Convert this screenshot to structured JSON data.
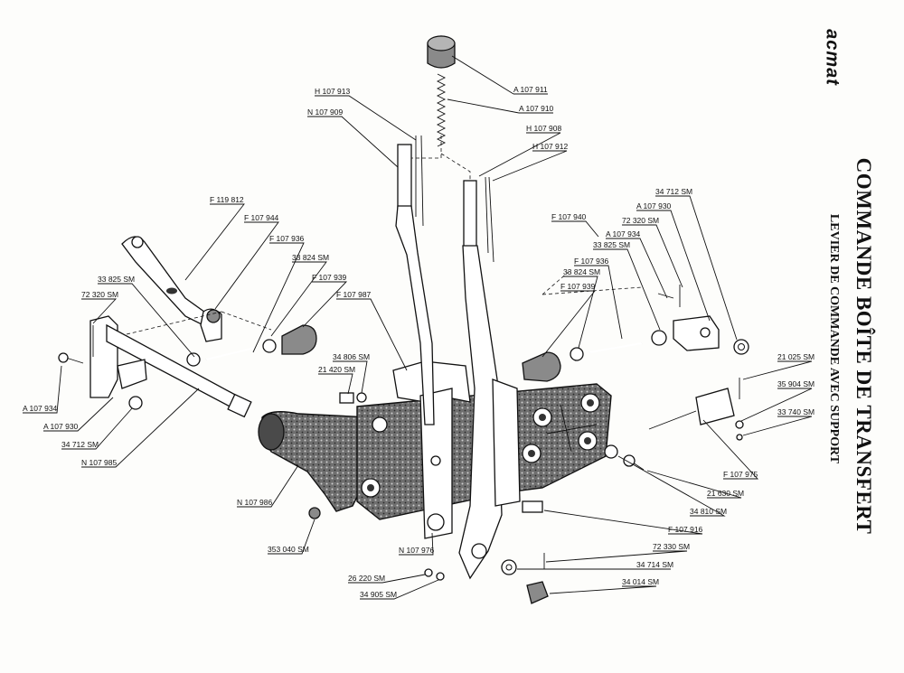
{
  "document": {
    "brand": "acmat",
    "title": "COMMANDE BOÎTE DE TRANSFERT",
    "subtitle": "LEVIER DE COMMANDE AVEC SUPPORT"
  },
  "part_labels": [
    "A 107 911",
    "A 107 910",
    "H 107 913",
    "N 107 909",
    "H 107 908",
    "H 107 912",
    "F 119 812",
    "F 107 944",
    "F 107 936",
    "33 824 SM",
    "F 107 939",
    "33 825 SM",
    "72 320 SM",
    "F 107 987",
    "34 806 SM",
    "21 420 SM",
    "A 107 934",
    "A 107 930",
    "34 712 SM",
    "N 107 985",
    "N 107 986",
    "353 040 SM",
    "N 107 976",
    "26 220 SM",
    "34 905 SM",
    "34 712 SM",
    "A 107 930",
    "F 107 940",
    "72 320 SM",
    "A 107 934",
    "33 825 SM",
    "F 107 936",
    "33 824 SM",
    "F 107 939",
    "21 025 SM",
    "35 904 SM",
    "33 740 SM",
    "F 107 975",
    "21 630 SM",
    "34 810 SM",
    "F 107 916",
    "72 330 SM",
    "34 714 SM",
    "34 014 SM"
  ]
}
